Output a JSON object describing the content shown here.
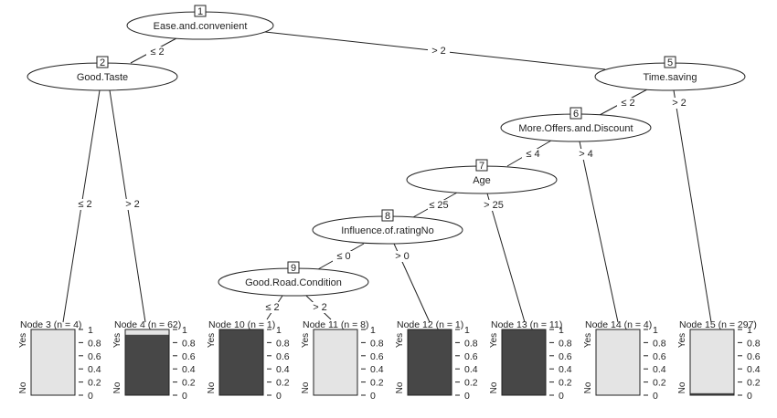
{
  "colors": {
    "yes_fill": "#e4e4e4",
    "no_fill": "#474747",
    "stroke": "#222222"
  },
  "tree": {
    "inner_nodes": [
      {
        "id": 1,
        "label": "Ease.and.convenient"
      },
      {
        "id": 2,
        "label": "Good.Taste"
      },
      {
        "id": 5,
        "label": "Time.saving"
      },
      {
        "id": 6,
        "label": "More.Offers.and.Discount"
      },
      {
        "id": 7,
        "label": "Age"
      },
      {
        "id": 8,
        "label": "Influence.of.ratingNo"
      },
      {
        "id": 9,
        "label": "Good.Road.Condition"
      }
    ],
    "edges": [
      {
        "from": 1,
        "to": 2,
        "label": "≤ 2"
      },
      {
        "from": 1,
        "to": 5,
        "label": "> 2"
      },
      {
        "from": 2,
        "to": 3,
        "label": "≤ 2"
      },
      {
        "from": 2,
        "to": 4,
        "label": "> 2"
      },
      {
        "from": 5,
        "to": 6,
        "label": "≤ 2"
      },
      {
        "from": 5,
        "to": 15,
        "label": "> 2"
      },
      {
        "from": 6,
        "to": 7,
        "label": "≤ 4"
      },
      {
        "from": 6,
        "to": 14,
        "label": "> 4"
      },
      {
        "from": 7,
        "to": 8,
        "label": "≤ 25"
      },
      {
        "from": 7,
        "to": 13,
        "label": "> 25"
      },
      {
        "from": 8,
        "to": 9,
        "label": "≤ 0"
      },
      {
        "from": 8,
        "to": 12,
        "label": "> 0"
      },
      {
        "from": 9,
        "to": 10,
        "label": "≤ 2"
      },
      {
        "from": 9,
        "to": 11,
        "label": "> 2"
      }
    ],
    "leaves": [
      {
        "id": 3,
        "title": "Node 3 (n = 4)",
        "n": 4,
        "yes_fraction": 1.0
      },
      {
        "id": 4,
        "title": "Node 4 (n = 62)",
        "n": 62,
        "yes_fraction": 0.08
      },
      {
        "id": 10,
        "title": "Node 10 (n = 1)",
        "n": 1,
        "yes_fraction": 0.0
      },
      {
        "id": 11,
        "title": "Node 11 (n = 8)",
        "n": 8,
        "yes_fraction": 1.0
      },
      {
        "id": 12,
        "title": "Node 12 (n = 1)",
        "n": 1,
        "yes_fraction": 0.0
      },
      {
        "id": 13,
        "title": "Node 13 (n = 11)",
        "n": 11,
        "yes_fraction": 0.0
      },
      {
        "id": 14,
        "title": "Node 14 (n = 4)",
        "n": 4,
        "yes_fraction": 1.0
      },
      {
        "id": 15,
        "title": "Node 15 (n = 297)",
        "n": 297,
        "yes_fraction": 0.97
      }
    ],
    "leaf_axis": {
      "ticks": [
        "0",
        "0.2",
        "0.4",
        "0.6",
        "0.8",
        "1"
      ],
      "top_label": "Yes",
      "bottom_label": "No"
    }
  }
}
